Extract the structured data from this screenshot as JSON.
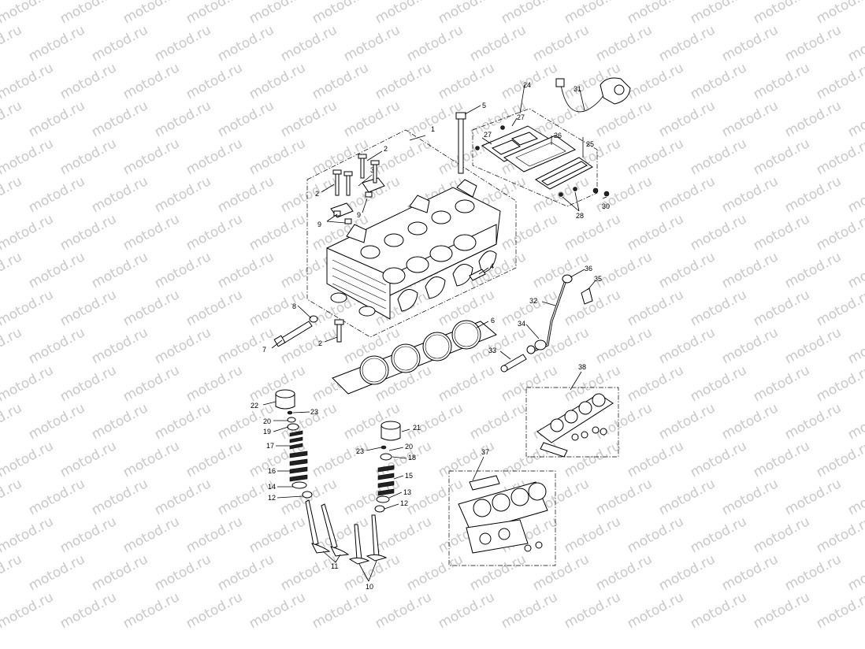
{
  "watermark": {
    "text": "motod.ru"
  },
  "callouts": [
    {
      "id": "c1",
      "label": "1"
    },
    {
      "id": "c2a",
      "label": "2"
    },
    {
      "id": "c2b",
      "label": "2"
    },
    {
      "id": "c2c",
      "label": "2"
    },
    {
      "id": "c3",
      "label": "3"
    },
    {
      "id": "c4",
      "label": "4"
    },
    {
      "id": "c5",
      "label": "5"
    },
    {
      "id": "c6",
      "label": "6"
    },
    {
      "id": "c7",
      "label": "7"
    },
    {
      "id": "c8",
      "label": "8"
    },
    {
      "id": "c9a",
      "label": "9"
    },
    {
      "id": "c9b",
      "label": "9"
    },
    {
      "id": "c10",
      "label": "10"
    },
    {
      "id": "c11",
      "label": "11"
    },
    {
      "id": "c12a",
      "label": "12"
    },
    {
      "id": "c12b",
      "label": "12"
    },
    {
      "id": "c13",
      "label": "13"
    },
    {
      "id": "c14",
      "label": "14"
    },
    {
      "id": "c15",
      "label": "15"
    },
    {
      "id": "c16",
      "label": "16"
    },
    {
      "id": "c17",
      "label": "17"
    },
    {
      "id": "c18",
      "label": "18"
    },
    {
      "id": "c19",
      "label": "19"
    },
    {
      "id": "c20a",
      "label": "20"
    },
    {
      "id": "c20b",
      "label": "20"
    },
    {
      "id": "c21",
      "label": "21"
    },
    {
      "id": "c22",
      "label": "22"
    },
    {
      "id": "c23a",
      "label": "23"
    },
    {
      "id": "c23b",
      "label": "23"
    },
    {
      "id": "c24",
      "label": "24"
    },
    {
      "id": "c25",
      "label": "25"
    },
    {
      "id": "c26",
      "label": "26"
    },
    {
      "id": "c27a",
      "label": "27"
    },
    {
      "id": "c27b",
      "label": "27"
    },
    {
      "id": "c28",
      "label": "28"
    },
    {
      "id": "c30",
      "label": "30"
    },
    {
      "id": "c31",
      "label": "31"
    },
    {
      "id": "c32",
      "label": "32"
    },
    {
      "id": "c33",
      "label": "33"
    },
    {
      "id": "c34",
      "label": "34"
    },
    {
      "id": "c35",
      "label": "35"
    },
    {
      "id": "c36",
      "label": "36"
    },
    {
      "id": "c37",
      "label": "37"
    },
    {
      "id": "c38",
      "label": "38"
    }
  ]
}
